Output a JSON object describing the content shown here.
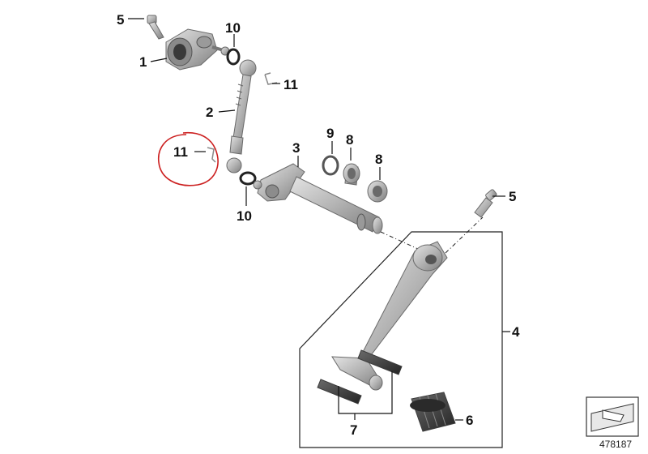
{
  "callouts": {
    "c1": "1",
    "c2": "2",
    "c3": "3",
    "c4": "4",
    "c5_top": "5",
    "c5_right": "5",
    "c6": "6",
    "c7": "7",
    "c8_a": "8",
    "c8_b": "8",
    "c9": "9",
    "c10_top": "10",
    "c10_bottom": "10",
    "c11_top": "11",
    "c11_circled": "11"
  },
  "part_number": "478187",
  "colors": {
    "highlight_circle": "#cc2020",
    "metal": "#b9b9b9",
    "rubber": "#3a3a3a"
  },
  "icons": {
    "corner_logo": "arrow-in-box-icon"
  }
}
